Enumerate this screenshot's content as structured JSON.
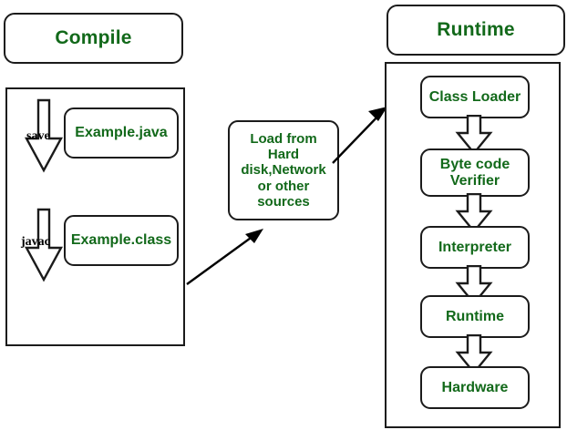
{
  "diagram": {
    "title_compile": "Compile",
    "title_runtime": "Runtime",
    "accent_color": "#12691a",
    "line_color": "#1b1b1b",
    "background": "#ffffff",
    "compile_section": {
      "header_label": "Compile",
      "nodes": [
        {
          "id": "example-java",
          "label": "Example.java"
        },
        {
          "id": "example-class",
          "label": "Example.class"
        }
      ],
      "arrow_labels": [
        {
          "id": "save",
          "label": "save"
        },
        {
          "id": "javac",
          "label": "javac"
        }
      ]
    },
    "loader_box": {
      "id": "load-sources",
      "label": "Load from Hard disk,Network or other sources",
      "lines": [
        "Load from",
        "Hard",
        "disk,Network",
        "or other",
        "sources"
      ]
    },
    "runtime_section": {
      "header_label": "Runtime",
      "nodes": [
        {
          "id": "class-loader",
          "label": "Class Loader"
        },
        {
          "id": "byte-code-verifier",
          "label": "Byte code Verifier",
          "lines": [
            "Byte code",
            "Verifier"
          ]
        },
        {
          "id": "interpreter",
          "label": "Interpreter"
        },
        {
          "id": "runtime",
          "label": "Runtime"
        },
        {
          "id": "hardware",
          "label": "Hardware"
        }
      ]
    },
    "connectors": [
      {
        "id": "save-arrow",
        "kind": "block-arrow-down",
        "from": "compile-start",
        "to": "example-java",
        "label": "save"
      },
      {
        "id": "javac-arrow",
        "kind": "block-arrow-down",
        "from": "example-java",
        "to": "example-class",
        "label": "javac"
      },
      {
        "id": "compile-to-loader",
        "kind": "line-arrow-diagonal",
        "from": "compile-section",
        "to": "load-sources",
        "label": ""
      },
      {
        "id": "loader-to-runtime",
        "kind": "line-arrow-diagonal",
        "from": "load-sources",
        "to": "runtime-section",
        "label": ""
      },
      {
        "id": "classloader-to-verifier",
        "kind": "block-arrow-down",
        "from": "class-loader",
        "to": "byte-code-verifier",
        "label": ""
      },
      {
        "id": "verifier-to-interpreter",
        "kind": "block-arrow-down",
        "from": "byte-code-verifier",
        "to": "interpreter",
        "label": ""
      },
      {
        "id": "interpreter-to-runtime",
        "kind": "block-arrow-down",
        "from": "interpreter",
        "to": "runtime",
        "label": ""
      },
      {
        "id": "runtime-to-hardware",
        "kind": "block-arrow-down",
        "from": "runtime",
        "to": "hardware",
        "label": ""
      }
    ]
  }
}
